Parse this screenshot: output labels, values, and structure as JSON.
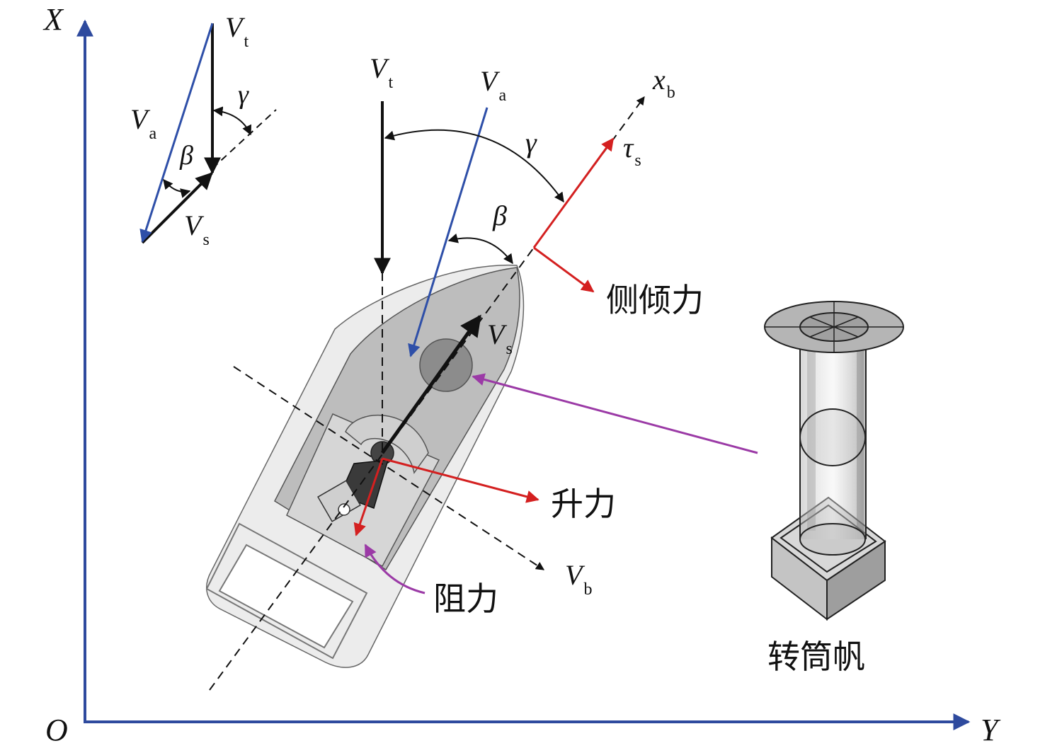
{
  "axes": {
    "x_label": "X",
    "y_label": "Y",
    "origin_label": "O"
  },
  "triangle": {
    "vt_main": "V",
    "vt_sub": "t",
    "va_main": "V",
    "va_sub": "a",
    "vs_main": "V",
    "vs_sub": "s",
    "beta": "β",
    "gamma": "γ"
  },
  "main": {
    "vt_main": "V",
    "vt_sub": "t",
    "va_main": "V",
    "va_sub": "a",
    "vs_main": "V",
    "vs_sub": "s",
    "vb_main": "V",
    "vb_sub": "b",
    "xb_main": "x",
    "xb_sub": "b",
    "tau_main": "τ",
    "tau_sub": "s",
    "beta": "β",
    "gamma": "γ"
  },
  "forces": {
    "heel": "侧倾力",
    "lift": "升力",
    "drag": "阻力"
  },
  "rotor": {
    "label": "转筒帆"
  },
  "colors": {
    "axis": "#2e4a9e",
    "apparent_wind": "#2e4fa8",
    "force": "#d42020",
    "pointer": "#9b3aa6",
    "hull": "#bdbdbd"
  }
}
